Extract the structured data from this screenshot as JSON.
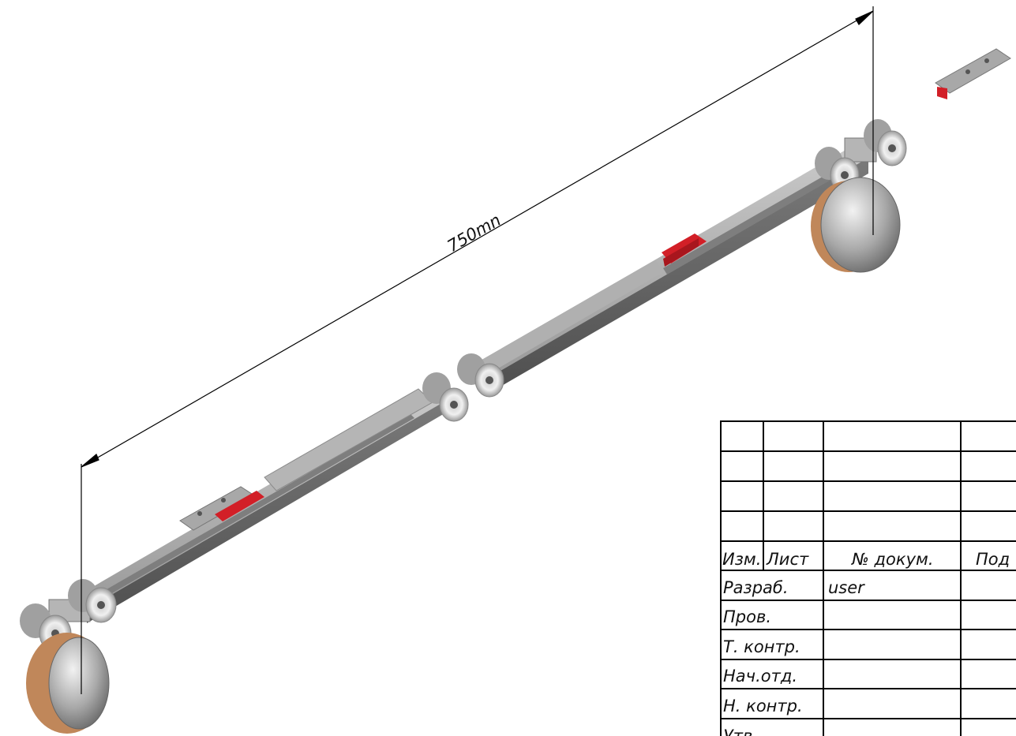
{
  "dimension": {
    "label": "750mn"
  },
  "title_block": {
    "header": {
      "izm": "Изм.",
      "list": "Лист",
      "doc_no": "№ докум.",
      "podp": "Под"
    },
    "rows": [
      {
        "label": "Разраб.",
        "value": "user"
      },
      {
        "label": "Пров.",
        "value": ""
      },
      {
        "label": "Т. контр.",
        "value": ""
      },
      {
        "label": "Нач.отд.",
        "value": ""
      },
      {
        "label": "Н. контр.",
        "value": ""
      },
      {
        "label": "Утв.",
        "value": ""
      }
    ]
  },
  "colors": {
    "rail_light": "#a9a9a9",
    "rail_dark": "#6d6d6d",
    "clip_red": "#d21f27",
    "wood": "#c0875a",
    "steel": "#b8b8b8",
    "line": "#000000"
  }
}
